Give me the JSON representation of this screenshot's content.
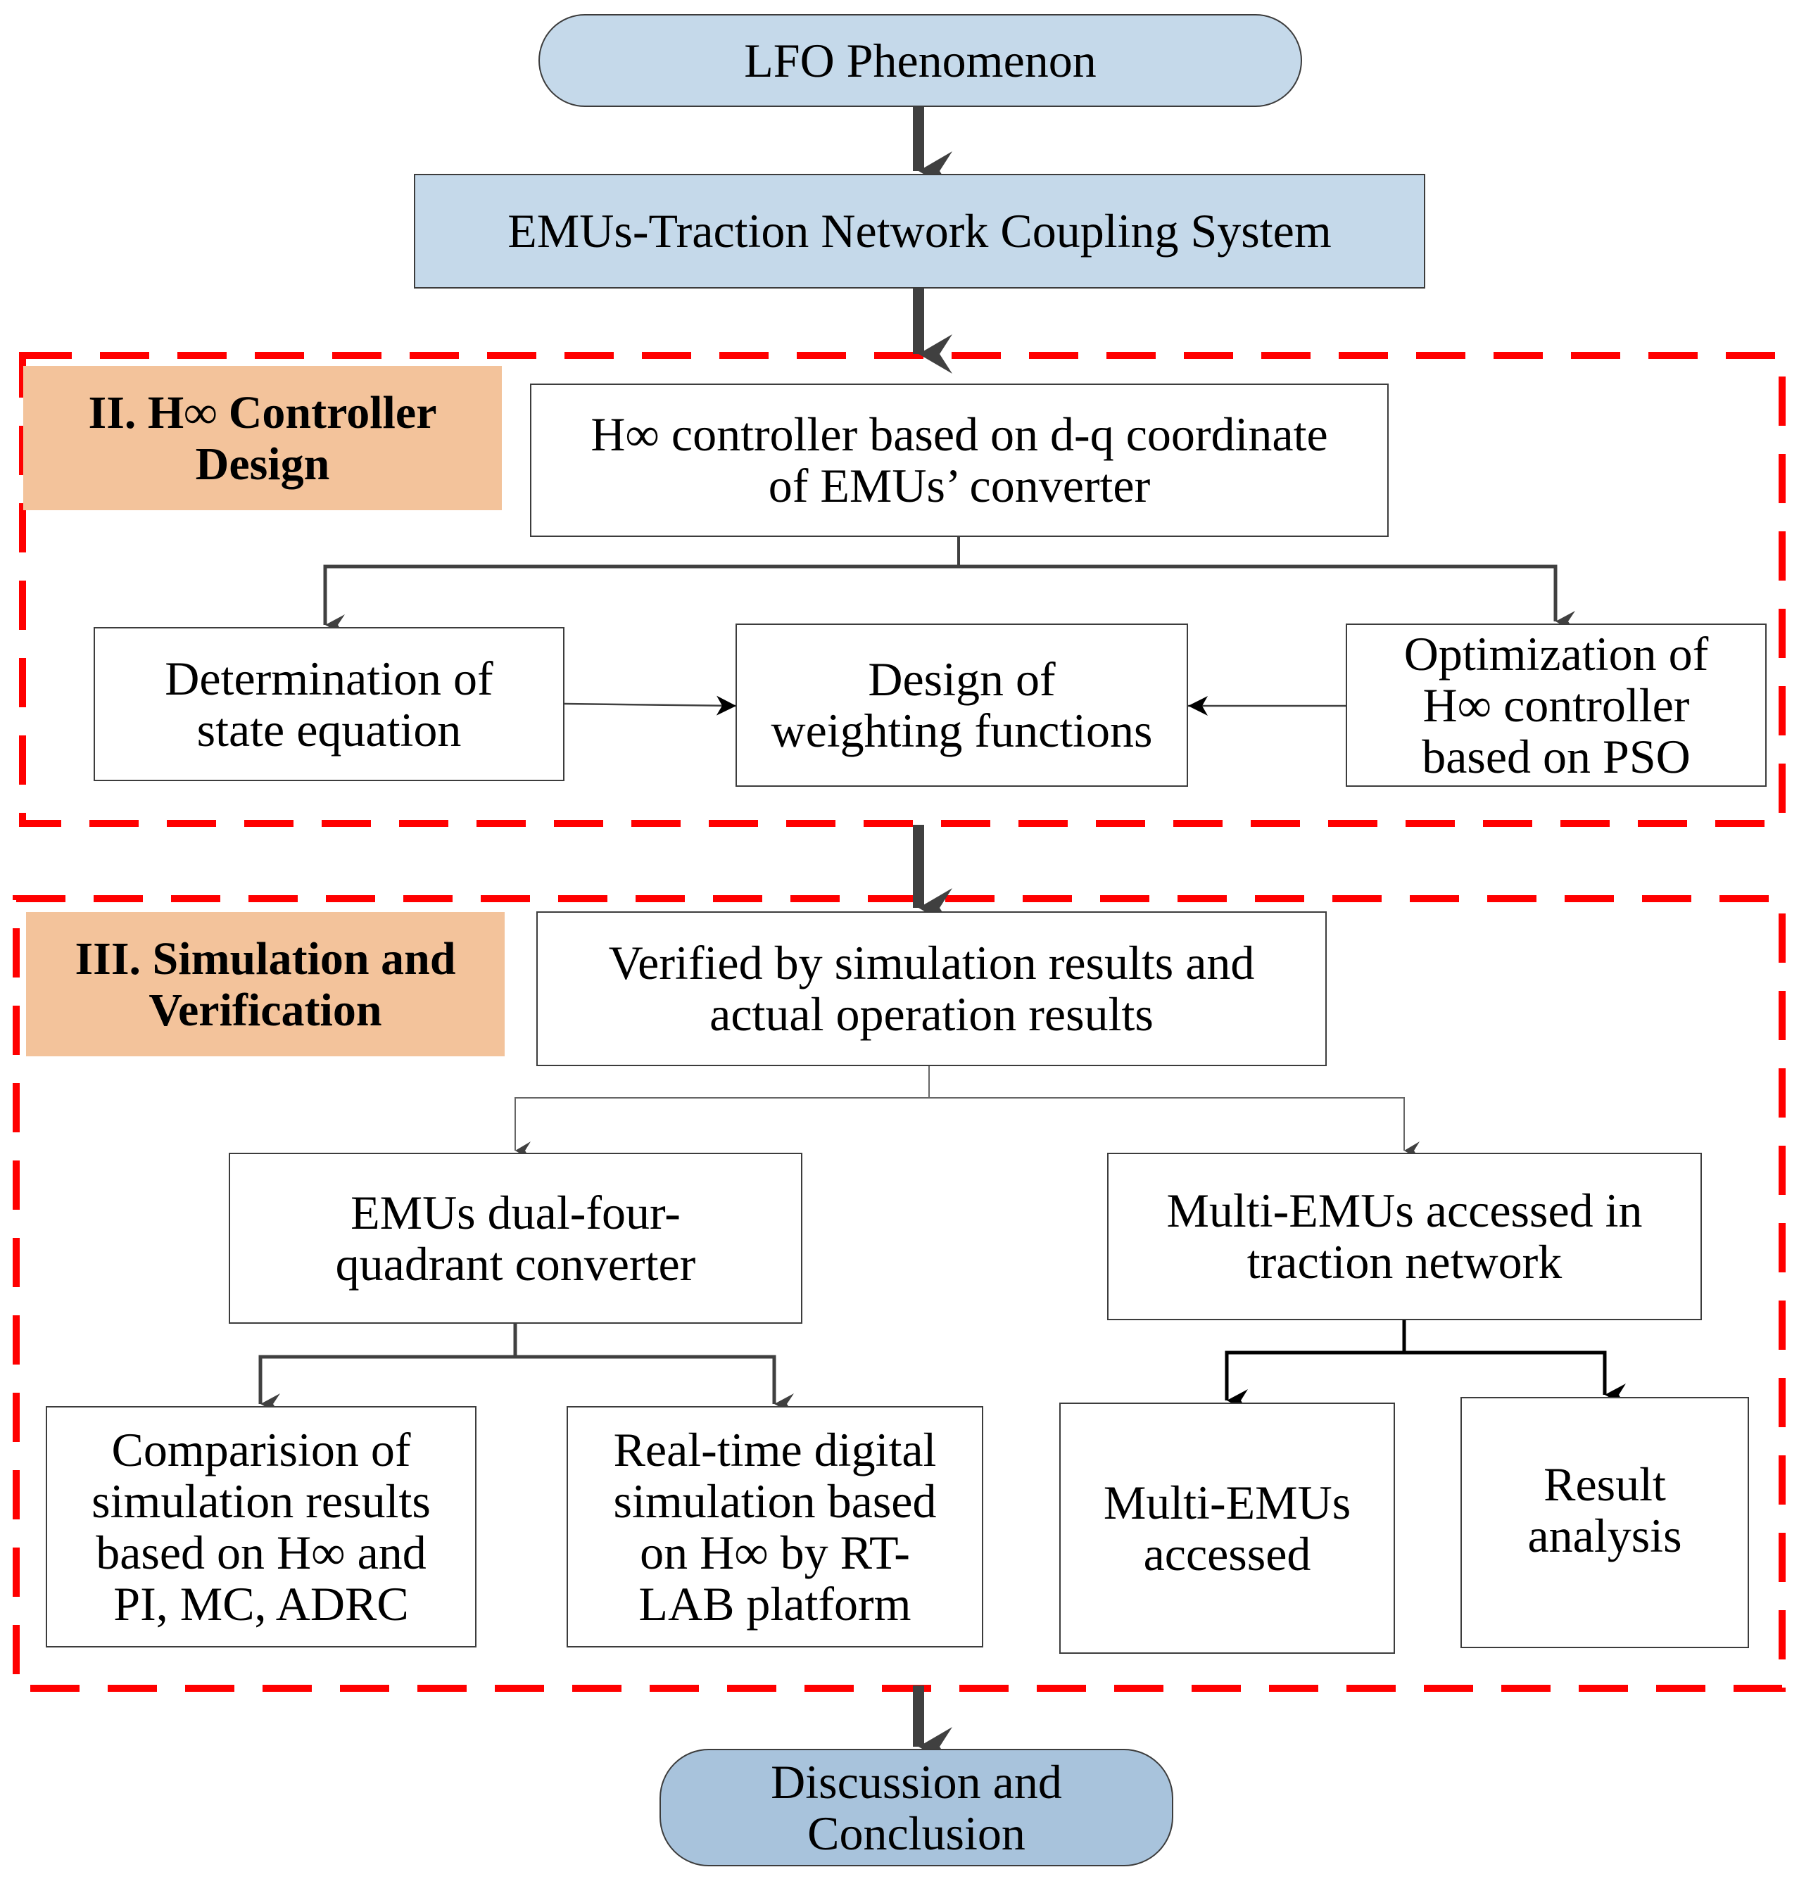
{
  "nodes": {
    "lfo": "LFO Phenomenon",
    "coupling": "EMUs-Traction Network Coupling System",
    "hinf_controller": [
      "H∞ controller based on d-q coordinate",
      "of EMUs’ converter"
    ],
    "state_eq": [
      "Determination of",
      "state equation"
    ],
    "weighting": [
      "Design of",
      "weighting functions"
    ],
    "pso": [
      "Optimization of",
      "H∞ controller",
      "based on PSO"
    ],
    "verified": [
      "Verified by simulation results and",
      "actual operation results"
    ],
    "dual_converter": [
      "EMUs dual-four-",
      "quadrant converter"
    ],
    "multi_access_network": [
      "Multi-EMUs accessed in",
      "traction network"
    ],
    "comparison": [
      "Comparision  of",
      "simulation results",
      "based on H∞ and",
      "PI, MC, ADRC"
    ],
    "realtime": [
      "Real-time digital",
      "simulation based",
      "on  H∞ by RT-",
      "LAB platform"
    ],
    "multi_accessed": [
      "Multi-EMUs",
      "accessed"
    ],
    "result_analysis": [
      "Result",
      "analysis"
    ],
    "conclusion": [
      "Discussion and",
      "Conclusion"
    ]
  },
  "sections": {
    "section2": [
      "II. H∞ Controller",
      "Design"
    ],
    "section3": [
      "III. Simulation and",
      "Verification"
    ]
  },
  "colors": {
    "dashed_border": "#ff0000",
    "section_label_bg": "#f3c39b",
    "top_box_bg": "#c5d9ea",
    "bottom_box_bg": "#a8c3dc",
    "arrow": "#404040"
  }
}
